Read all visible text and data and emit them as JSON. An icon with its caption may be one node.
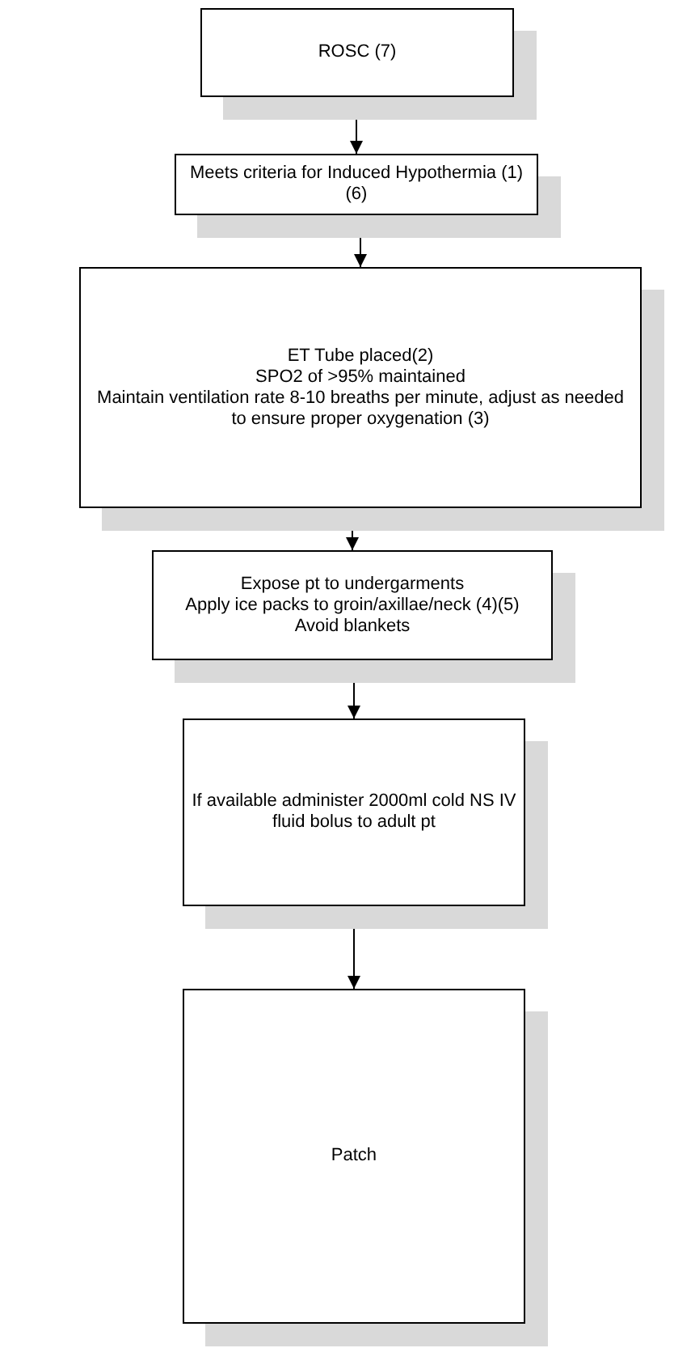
{
  "diagram": {
    "nodes": [
      {
        "text": [
          "ROSC (7)"
        ]
      },
      {
        "text": [
          "Meets criteria for Induced Hypothermia (1)(6)"
        ]
      },
      {
        "text": [
          "ET Tube placed(2)",
          "SPO2 of >95% maintained",
          "Maintain ventilation rate 8-10 breaths per minute, adjust as needed to ensure proper oxygenation (3)"
        ]
      },
      {
        "text": [
          "Expose pt to undergarments",
          "Apply ice packs to groin/axillae/neck (4)(5)",
          "Avoid blankets"
        ]
      },
      {
        "text": [
          "If available administer 2000ml cold NS IV fluid bolus to adult pt"
        ]
      },
      {
        "text": [
          "Patch"
        ]
      }
    ],
    "edges": [
      {
        "from": 0,
        "to": 1,
        "arrow": "to"
      },
      {
        "from": 1,
        "to": 2,
        "arrow": "to"
      },
      {
        "from": 2,
        "to": 3,
        "arrow": "to"
      },
      {
        "from": 3,
        "to": 4,
        "arrow": "to"
      },
      {
        "from": 4,
        "to": 5,
        "arrow": "to"
      }
    ]
  }
}
